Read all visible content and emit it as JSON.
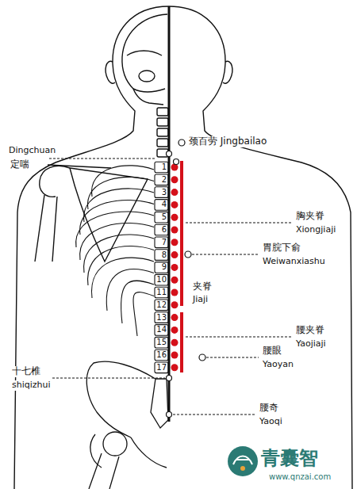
{
  "diagram": {
    "labels": [
      "颈百劳 Jingbailao",
      "Dingchuan",
      "定喘",
      "胸夹脊",
      "Xiongjiaji",
      "胃脘下俞",
      "Weiwanxiashu",
      "夹脊",
      "Jiaji",
      "腰夹脊",
      "Yaojiaji",
      "腰眼",
      "Yaoyan",
      "十七椎",
      "shiqizhui",
      "腰奇",
      "Yaoqi",
      "1",
      "2",
      "3",
      "4",
      "5",
      "6",
      "7",
      "8",
      "9",
      "10",
      "11",
      "12",
      "13",
      "14",
      "15",
      "16",
      "17",
      "青囊智",
      "www.qnzai.com"
    ]
  }
}
